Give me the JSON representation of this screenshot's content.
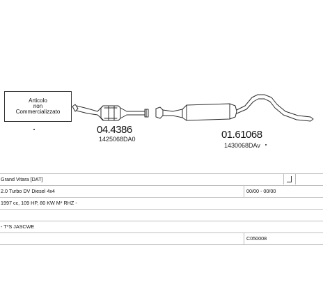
{
  "notice": {
    "line1": "Articolo",
    "line2": "non",
    "line3": "Commercializzato"
  },
  "parts": [
    {
      "code": "04.4386",
      "ref": "1425068DA0"
    },
    {
      "code": "01.61068",
      "ref": "1430068DAv"
    }
  ],
  "info": {
    "model": "Grand Vitara  [DAT]",
    "engine": "2.0 Turbo DV Diesel 4x4",
    "engine_years": "00/00 - 00/00",
    "specs": "1997 cc, 109 HP, 80 KW M* RHZ -",
    "notes": "- T*S  JASCWE",
    "system_code": "C050008"
  },
  "colors": {
    "line": "#2b2b2b",
    "grid": "#bdbdbd"
  }
}
